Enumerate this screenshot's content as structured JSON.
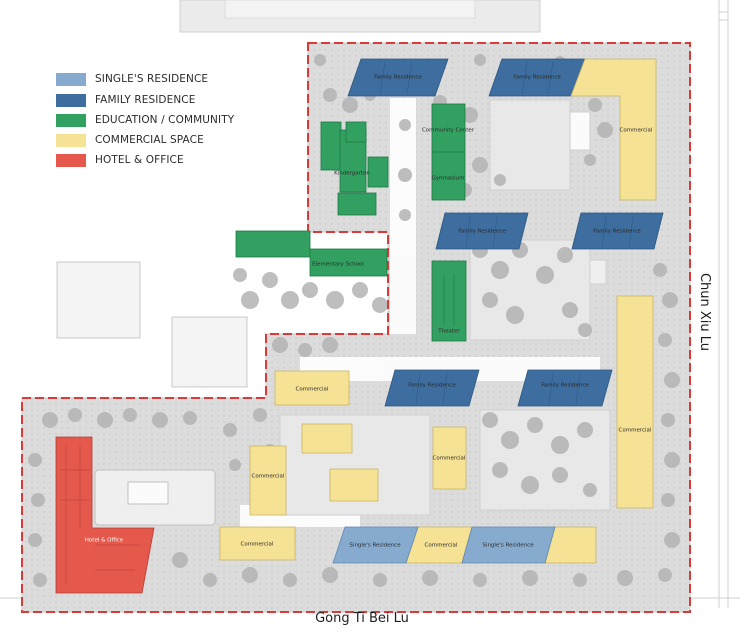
{
  "colors": {
    "single_residence": "#86abcf",
    "family_residence": "#3d6e9f",
    "education_community": "#32a060",
    "commercial": "#f5e295",
    "hotel_office": "#e5584c",
    "site_boundary": "#d83c3a",
    "ground": "#dcdcdc",
    "courtyard": "#eaeaea",
    "road": "#ffffff",
    "tree": "#b3b3b3"
  },
  "legend": {
    "items": [
      {
        "key": "single_residence",
        "label": "SINGLE'S RESIDENCE",
        "color": "#86abcf"
      },
      {
        "key": "family_residence",
        "label": "FAMILY RESIDENCE",
        "color": "#3d6e9f"
      },
      {
        "key": "education_community",
        "label": "EDUCATION / COMMUNITY",
        "color": "#32a060"
      },
      {
        "key": "commercial",
        "label": "COMMERCIAL SPACE",
        "color": "#f5e295"
      },
      {
        "key": "hotel_office",
        "label": "HOTEL & OFFICE",
        "color": "#e5584c"
      }
    ]
  },
  "streets": {
    "east": "Chun Xiu Lu",
    "south": "Gong Ti Bei Lu"
  },
  "buildings": {
    "family_1": "Family Residence",
    "family_2": "Family Residence",
    "family_3": "Family Residence",
    "family_4": "Family Residence",
    "family_5": "Family Residence",
    "family_6": "Family Residence",
    "community_center": "Community Center",
    "gymnasium": "Gymnasium",
    "kindergarten": "Kindergarten",
    "elementary_school": "Elementary School",
    "theater": "Theater",
    "commercial_ne": "Commercial",
    "commercial_e": "Commercial",
    "commercial_1": "Commercial",
    "commercial_2": "Commercial",
    "commercial_3": "Commercial",
    "commercial_4": "Commercial",
    "commercial_5": "Commercial",
    "single_1": "Single's Residence",
    "single_2": "Single's Residence",
    "hotel": "Hotel & Office"
  }
}
